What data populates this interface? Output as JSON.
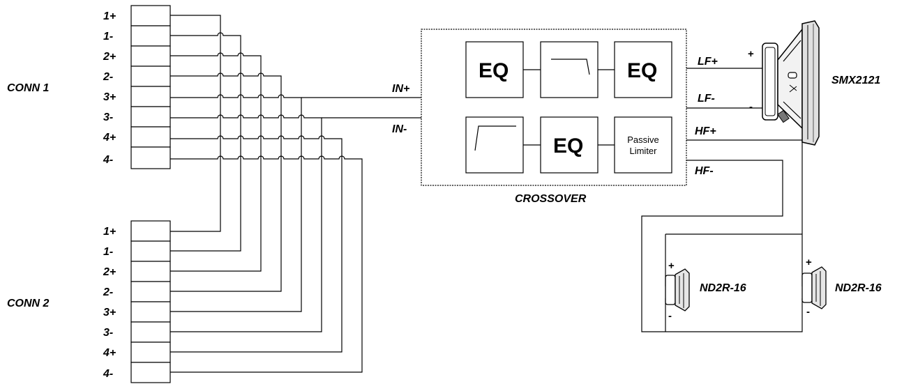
{
  "connectors": {
    "conn1": {
      "label": "CONN 1",
      "pins": [
        "1+",
        "1-",
        "2+",
        "2-",
        "3+",
        "3-",
        "4+",
        "4-"
      ]
    },
    "conn2": {
      "label": "CONN 2",
      "pins": [
        "1+",
        "1-",
        "2+",
        "2-",
        "3+",
        "3-",
        "4+",
        "4-"
      ]
    }
  },
  "crossover": {
    "label": "CROSSOVER",
    "inputs": {
      "in_plus": "IN+",
      "in_minus": "IN-"
    },
    "blocks": {
      "eq_1": "EQ",
      "eq_2": "EQ",
      "eq_3": "EQ",
      "limiter_line1": "Passive",
      "limiter_line2": "Limiter"
    },
    "outputs": {
      "lf_plus": "LF+",
      "lf_minus": "LF-",
      "hf_plus": "HF+",
      "hf_minus": "HF-"
    }
  },
  "woofer": {
    "label": "SMX2121",
    "plus": "+",
    "minus": "-"
  },
  "tweeters": [
    {
      "label": "ND2R-16",
      "plus": "+",
      "minus": "-"
    },
    {
      "label": "ND2R-16",
      "plus": "+",
      "minus": "-"
    }
  ]
}
